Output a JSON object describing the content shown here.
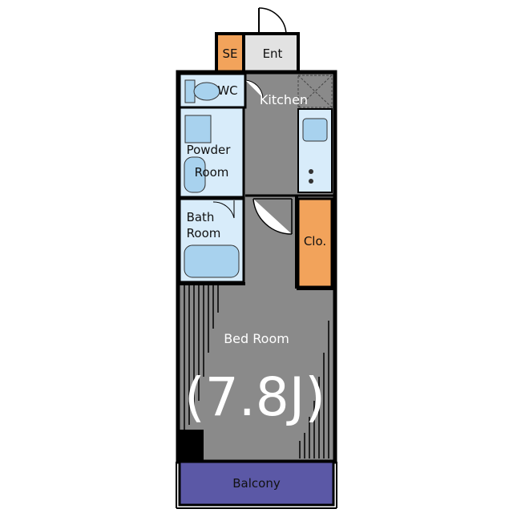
{
  "floor_plan": {
    "rooms": {
      "se": "SE",
      "entrance": "Ent",
      "wc": "WC",
      "kitchen": "Kitchen",
      "powder_room_line1": "Powder",
      "powder_room_line2": "Room",
      "bath_room_line1": "Bath",
      "bath_room_line2": "Room",
      "closet": "Clo.",
      "bed_room": "Bed Room",
      "bed_room_size": "(7.8J)",
      "balcony": "Balcony"
    },
    "colors": {
      "wall": "#000000",
      "floor": "#8a8a8a",
      "wet_area": "#d8ecfa",
      "fixture": "#a8d2ee",
      "storage": "#f2a35b",
      "balcony": "#5b58a6",
      "entrance": "#e2e2e2"
    }
  }
}
